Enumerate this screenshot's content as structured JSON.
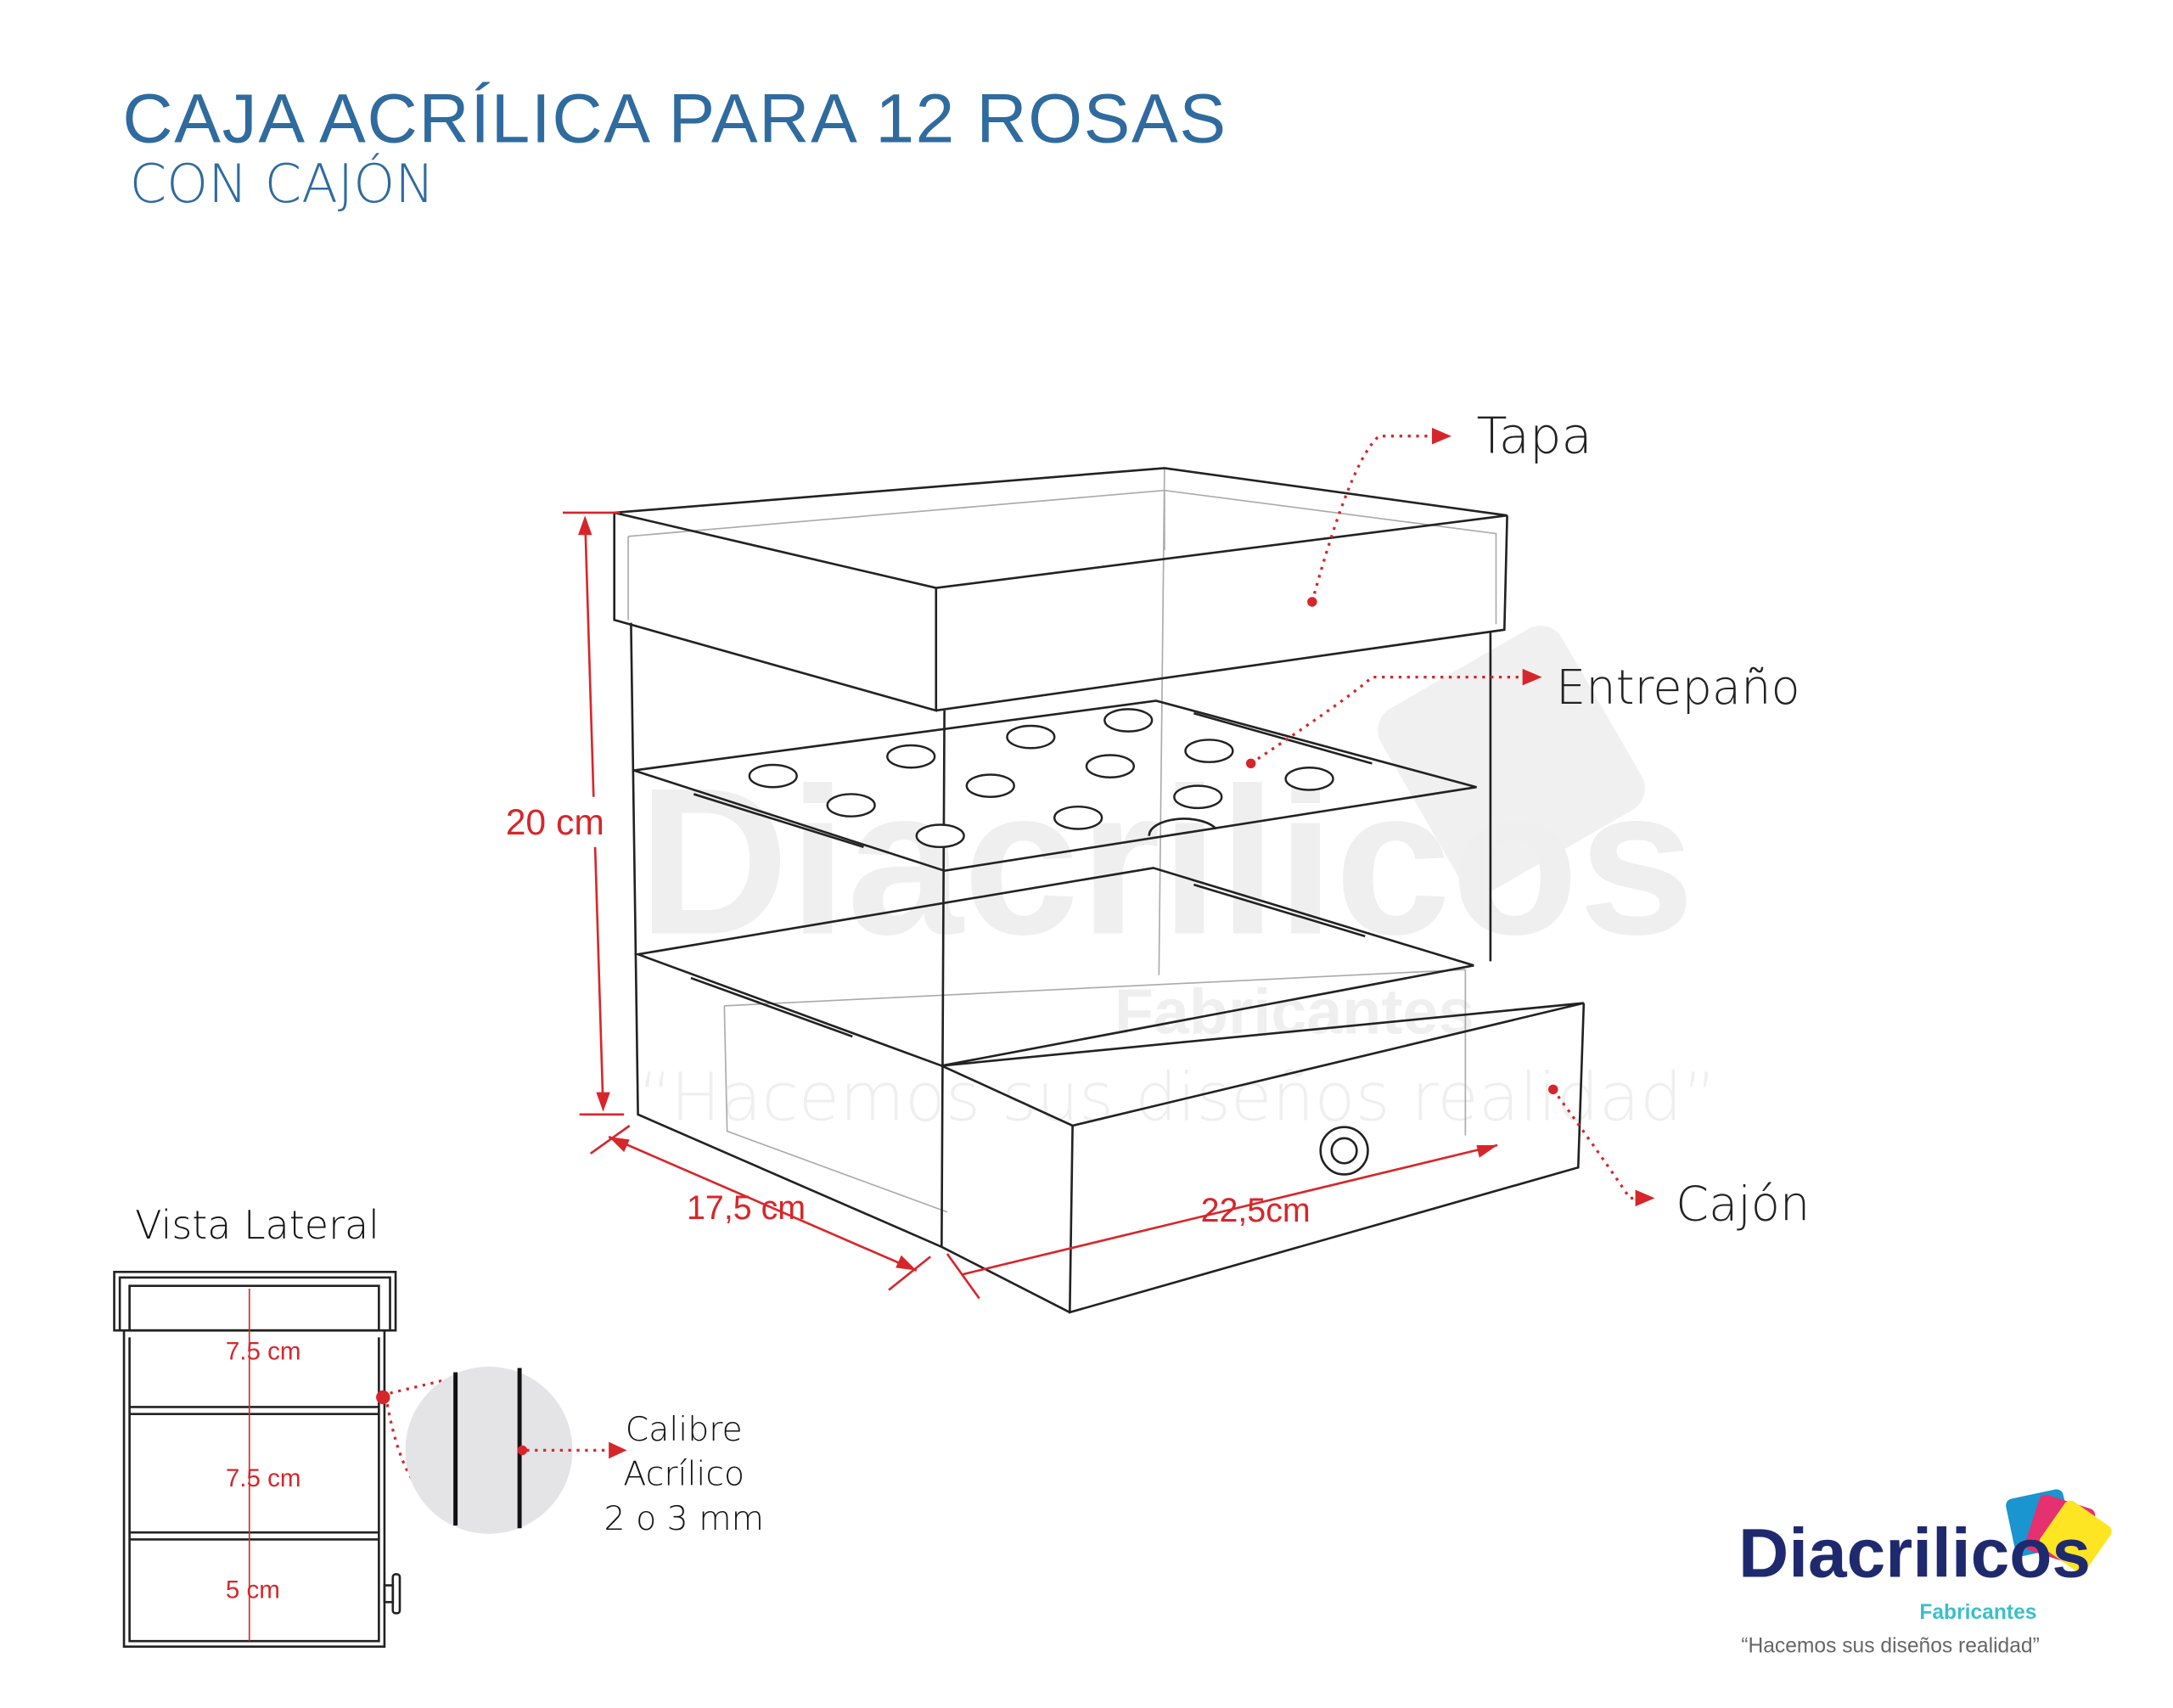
{
  "title": "CAJA ACRÍLICA PARA 12 ROSAS",
  "subtitle": "CON CAJÓN",
  "labels": {
    "lid": "Tapa",
    "shelf": "Entrepaño",
    "drawer": "Cajón"
  },
  "dimensions": {
    "height": "20 cm",
    "depth": "17,5 cm",
    "width": "22,5cm"
  },
  "side_view": {
    "title": "Vista Lateral",
    "sections": [
      "7.5 cm",
      "7.5 cm",
      "5 cm"
    ],
    "thickness_line1": "Calibre",
    "thickness_line2": "Acrílico",
    "thickness_line3": "2 o 3 mm"
  },
  "watermark": {
    "brand": "Diacrilicos",
    "sub": "Fabricantes",
    "tagline": "“Hacemos sus diseños realidad”"
  },
  "logo": {
    "brand": "Diacrilicos",
    "sub": "Fabricantes",
    "tagline": "“Hacemos sus diseños realidad”"
  },
  "colors": {
    "title": "#2f6b9f",
    "dimension": "#d7262b",
    "logo_navy": "#1f2a6e",
    "logo_teal": "#3bbfc9"
  }
}
